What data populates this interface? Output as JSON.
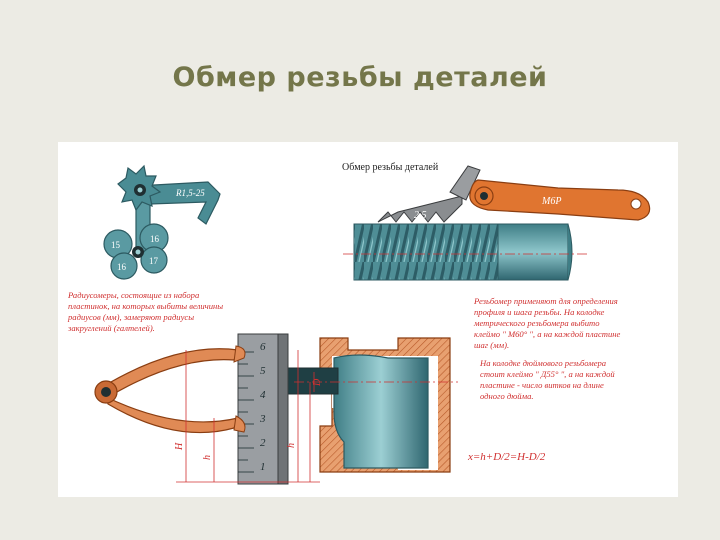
{
  "slide": {
    "title": "Обмер резьбы деталей"
  },
  "figure": {
    "heading": "Обмер резьбы деталей",
    "radius_gauge": {
      "blade_labels": [
        "R1,5-25",
        "15",
        "16",
        "16",
        "17"
      ],
      "caption": [
        "Радиусомеры, состоящие из набора",
        "пластинок, на которых выбиты величины",
        "радиусов (мм), замеряют радиусы",
        "закруглений (галтелей)."
      ]
    },
    "thread_gauge": {
      "handle_label": "M6P",
      "blade_label": "2,5",
      "caption_1": [
        "Резьбомер применяют для определения",
        "профиля и шага резьбы. На колодке",
        "метрического резьбомера выбито",
        "клеймо \" M60° \", а на каждой пластине",
        "шаг (мм)."
      ],
      "caption_2": [
        "На колодке дюймового резьбомера",
        "стоит клеймо \" Д55° \", а на каждой",
        "пластине - число витков на длине",
        "одного дюйма."
      ]
    },
    "caliper": {
      "ruler_numbers": [
        "1",
        "2",
        "3",
        "4",
        "5",
        "6"
      ],
      "dimension_labels": [
        "H",
        "h",
        "h",
        "D"
      ],
      "formula": "x=h+D/2=H-D/2"
    }
  }
}
